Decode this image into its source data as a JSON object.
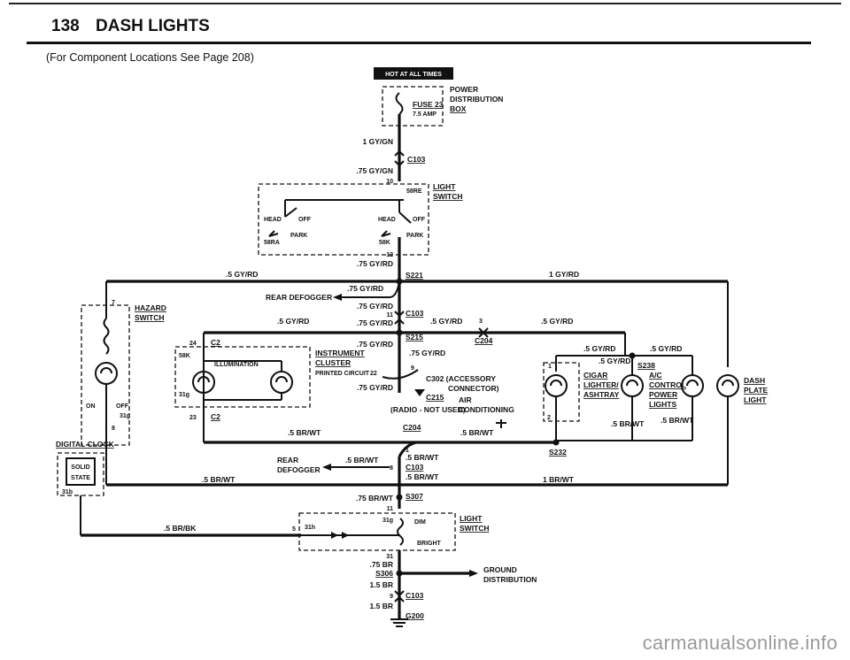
{
  "header": {
    "page_number": "138",
    "title": "DASH LIGHTS",
    "subtitle": "(For Component Locations See Page 208)"
  },
  "diagram": {
    "hot_banner": "HOT AT ALL TIMES",
    "fuse": {
      "name": "FUSE 23",
      "rating": "7.5 AMP"
    },
    "power_box": [
      "POWER",
      "DISTRIBUTION",
      "BOX"
    ],
    "light_switch": [
      "LIGHT",
      "SWITCH"
    ],
    "hazard_switch": [
      "HAZARD",
      "SWITCH"
    ],
    "instrument_cluster": [
      "INSTRUMENT",
      "CLUSTER",
      "PRINTED CIRCUIT"
    ],
    "illumination": "ILLUMINATION",
    "digital_clock": "DIGITAL CLOCK",
    "clock_state": [
      "SOLID",
      "STATE"
    ],
    "cigar_lighter": [
      "CIGAR",
      "LIGHTER/",
      "ASHTRAY"
    ],
    "ac_control": [
      "A/C",
      "CONTROL",
      "POWER",
      "LIGHTS"
    ],
    "dash_plate": [
      "DASH",
      "PLATE",
      "LIGHT"
    ],
    "rear_defogger": "REAR DEFOGGER",
    "rear_defogger_split": [
      "REAR",
      "DEFOGGER"
    ],
    "accessory": [
      "C302 (ACCESSORY",
      "CONNECTOR)"
    ],
    "air_conditioning": [
      "AIR",
      "CONDITIONING"
    ],
    "radio": "(RADIO - NOT USED)",
    "ground": [
      "GROUND",
      "DISTRIBUTION"
    ],
    "switch_labels": {
      "head": "HEAD",
      "off": "OFF",
      "park": "PARK",
      "on": "ON",
      "dim": "DIM",
      "bright": "BRIGHT"
    },
    "wires": {
      "w1": "1 GY/GN",
      "w2": ".75 GY/GN",
      "w3": ".75 GY/RD",
      "w4": ".5 GY/RD",
      "w5": "1 GY/RD",
      "w6": ".5 BR/WT",
      "w7": "1 BR/WT",
      "w8": ".75 BR/WT",
      "w9": ".5 BR/BK",
      "w10": ".75 BR",
      "w11": "1.5 BR"
    },
    "connectors": {
      "c103": "C103",
      "s221": "S221",
      "s215": "S215",
      "c204": "C204",
      "c2": "C2",
      "s238": "S238",
      "c215": "C215",
      "s232": "S232",
      "s307": "S307",
      "s306": "S306",
      "g200": "G200",
      "c302": "C302"
    },
    "pins": {
      "p58re": "58RE",
      "p58ra": "58RA",
      "p58k": "58K",
      "p7": "7",
      "p8": "8",
      "p10": "10",
      "p11": "11",
      "p12": "12",
      "p24": "24",
      "p23": "23",
      "p22": "22",
      "p9": "9",
      "p3": "3",
      "p1": "1",
      "p2": "2",
      "p5": "5",
      "p31": "31",
      "p31b": "31b",
      "p31g": "31g",
      "p31h": "31h"
    }
  },
  "watermark": "carmanualsonline.info"
}
